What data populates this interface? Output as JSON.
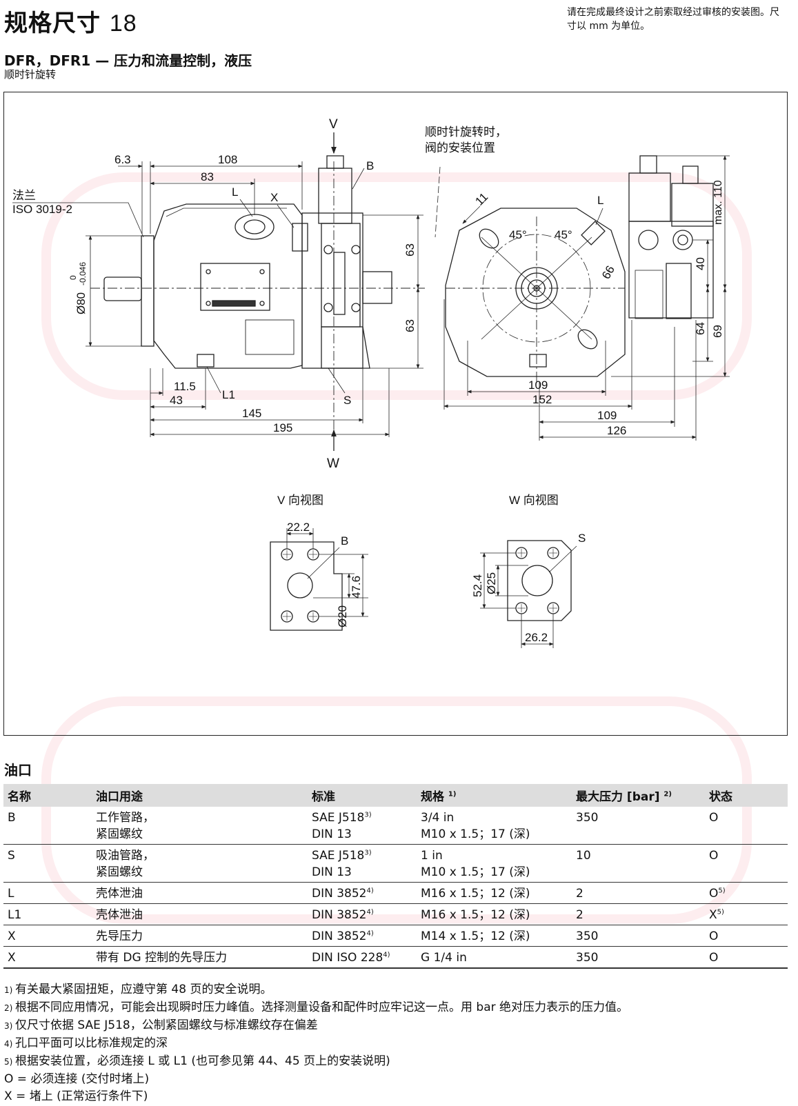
{
  "header": {
    "title": "规格尺寸",
    "title_number": "18",
    "note": "请在完成最终设计之前索取经过审核的安装图。尺寸以 mm 为单位。",
    "subtitle": "DFR，DFR1 — 压力和流量控制，液压",
    "rotation": "顺时针旋转"
  },
  "drawing": {
    "flange_label": "法兰",
    "flange_std": "ISO 3019-2",
    "clockwise_label_1": "顺时针旋转时，",
    "clockwise_label_2": "阀的安装位置",
    "view_v_title": "V 向视图",
    "view_w_title": "W 向视图",
    "markers": {
      "V": "V",
      "W": "W",
      "B": "B",
      "S": "S",
      "L": "L",
      "X": "X",
      "L1": "L1"
    },
    "dims": {
      "d6_3": "6.3",
      "d108": "108",
      "d83": "83",
      "d11_5": "11.5",
      "d43": "43",
      "d145": "145",
      "d195": "195",
      "d63a": "63",
      "d63b": "63",
      "d80": "Ø80",
      "d80tol_up": "0",
      "d80tol_low": "-0.046",
      "d11": "11",
      "d45a": "45°",
      "d45b": "45°",
      "d66": "66",
      "d109a": "109",
      "d152": "152",
      "d109b": "109",
      "d126": "126",
      "dmax110": "max. 110",
      "d40": "40",
      "d64": "64",
      "d69": "69",
      "d22_2": "22.2",
      "d47_6": "47.6",
      "d20": "Ø20",
      "d52_4": "52.4",
      "d25": "Ø25",
      "d26_2": "26.2"
    }
  },
  "ports": {
    "heading": "油口",
    "columns": [
      "名称",
      "油口用途",
      "标准",
      "规格",
      "最大压力 [bar]",
      "状态"
    ],
    "col_notes": [
      "",
      "",
      "",
      "1)",
      "2)",
      ""
    ],
    "rows": [
      {
        "name": "B",
        "use": [
          "工作管路，",
          "紧固螺纹"
        ],
        "std": [
          "SAE J518",
          "DIN 13"
        ],
        "std_note": "3)",
        "spec": [
          "3/4 in",
          "M10 x 1.5；17 (深)"
        ],
        "pressure": "350",
        "status": "O",
        "status_note": ""
      },
      {
        "name": "S",
        "use": [
          "吸油管路，",
          "紧固螺纹"
        ],
        "std": [
          "SAE J518",
          "DIN 13"
        ],
        "std_note": "3)",
        "spec": [
          "1 in",
          "M10 x 1.5；17 (深)"
        ],
        "pressure": "10",
        "status": "O",
        "status_note": ""
      },
      {
        "name": "L",
        "use": [
          "壳体泄油"
        ],
        "std": [
          "DIN 3852"
        ],
        "std_note": "4)",
        "spec": [
          "M16 x 1.5；12 (深)"
        ],
        "pressure": "2",
        "status": "O",
        "status_note": "5)"
      },
      {
        "name": "L1",
        "use": [
          "壳体泄油"
        ],
        "std": [
          "DIN 3852"
        ],
        "std_note": "4)",
        "spec": [
          "M16 x 1.5；12 (深)"
        ],
        "pressure": "2",
        "status": "X",
        "status_note": "5)"
      },
      {
        "name": "X",
        "use": [
          "先导压力"
        ],
        "std": [
          "DIN 3852"
        ],
        "std_note": "4)",
        "spec": [
          "M14 x 1.5；12 (深)"
        ],
        "pressure": "350",
        "status": "O",
        "status_note": ""
      },
      {
        "name": "X",
        "use": [
          "带有 DG 控制的先导压力"
        ],
        "std": [
          "DIN ISO 228"
        ],
        "std_note": "4)",
        "spec": [
          "G 1/4 in"
        ],
        "pressure": "350",
        "status": "O",
        "status_note": ""
      }
    ]
  },
  "footnotes": [
    {
      "mark": "1)",
      "text": "有关最大紧固扭矩，应遵守第 48 页的安全说明。"
    },
    {
      "mark": "2)",
      "text": "根据不同应用情况，可能会出现瞬时压力峰值。选择测量设备和配件时应牢记这一点。用 bar 绝对压力表示的压力值。"
    },
    {
      "mark": "3)",
      "text": "仅尺寸依据 SAE J518，公制紧固螺纹与标准螺纹存在偏差"
    },
    {
      "mark": "4)",
      "text": "孔口平面可以比标准规定的深"
    },
    {
      "mark": "5)",
      "text": "根据安装位置，必须连接 L 或 L1 (也可参见第 44、45 页上的安装说明)"
    },
    {
      "mark": "",
      "text": "O = 必须连接 (交付时堵上)"
    },
    {
      "mark": "",
      "text": "X = 堵上 (正常运行条件下)"
    }
  ]
}
